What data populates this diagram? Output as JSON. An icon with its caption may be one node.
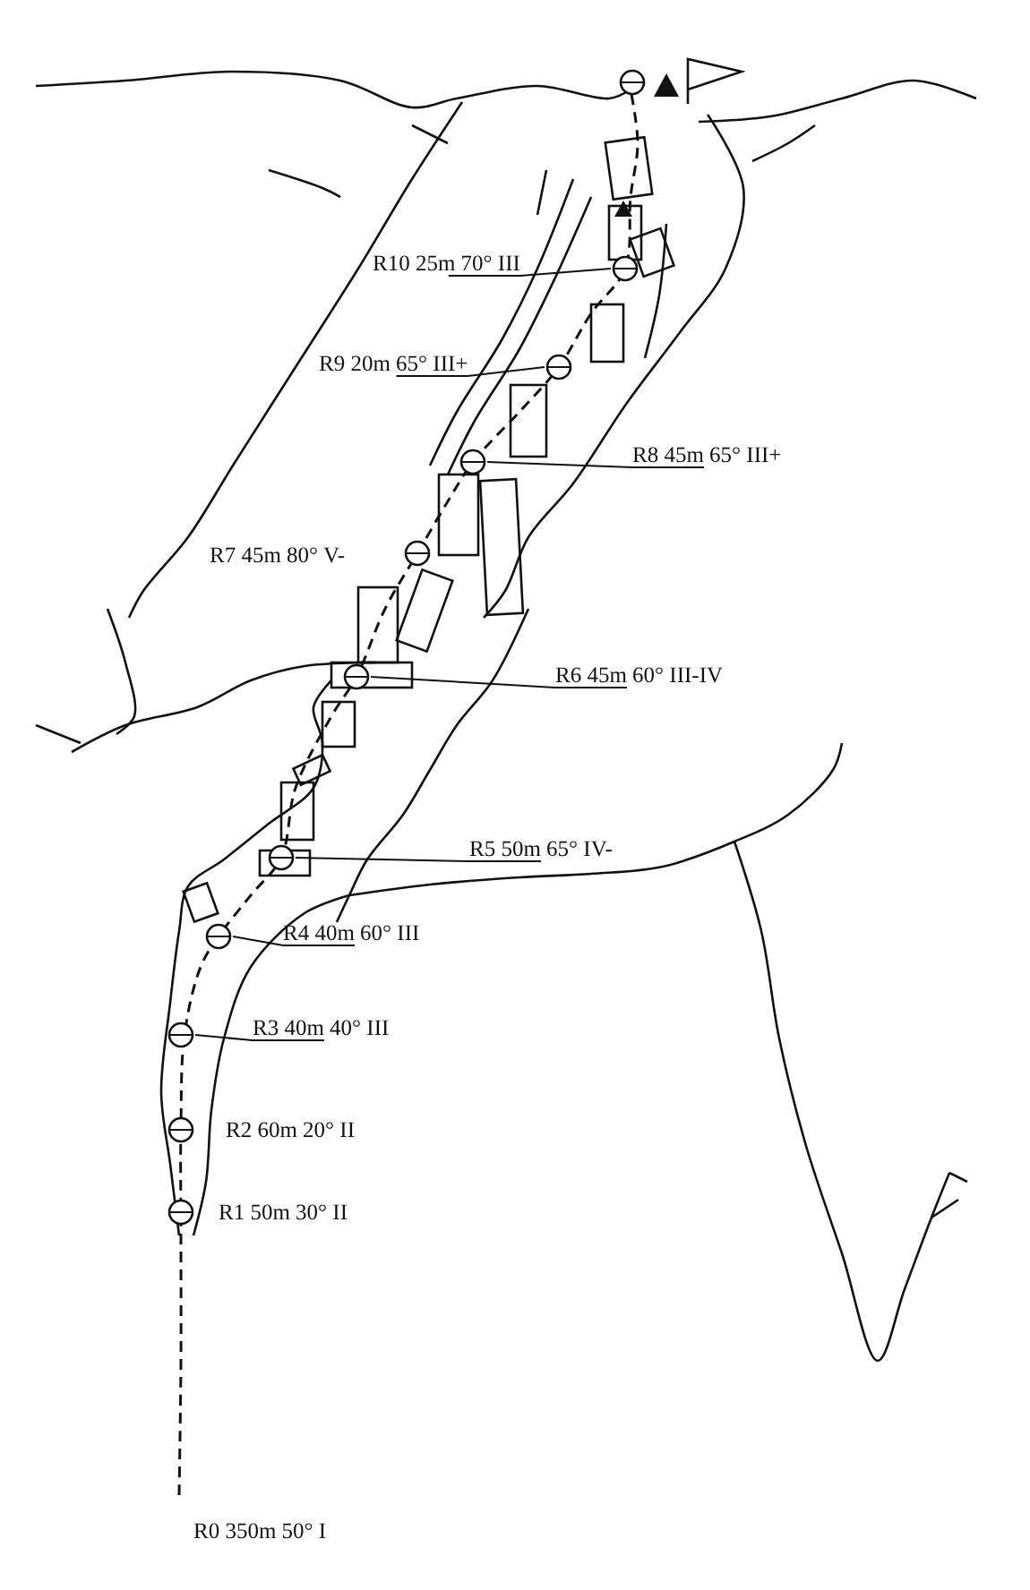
{
  "diagram": {
    "nodes": [
      {
        "text": [
          "R10 25m 70° III"
        ]
      },
      {
        "text": [],
        "shape": "circle"
      },
      {
        "text": [
          "R9 20m 65° III+"
        ]
      },
      {
        "text": [],
        "shape": "circle"
      },
      {
        "text": [
          "R8 45m 65° III+"
        ]
      },
      {
        "text": [],
        "shape": "circle"
      },
      {
        "text": [
          "R6 45m 60° III-IV"
        ]
      },
      {
        "text": [],
        "shape": "circle"
      },
      {
        "text": [
          "R5 50m 65° IV-"
        ]
      },
      {
        "text": [],
        "shape": "circle"
      },
      {
        "text": [
          "R4 40m 60° III"
        ]
      },
      {
        "text": [],
        "shape": "circle"
      },
      {
        "text": [
          "R3 40m 40° III"
        ]
      },
      {
        "text": [],
        "shape": "circle"
      }
    ],
    "edges": [
      {
        "from": 0,
        "to": 1,
        "arrow": "none"
      },
      {
        "from": 2,
        "to": 3,
        "arrow": "none"
      },
      {
        "from": 4,
        "to": 5,
        "arrow": "none"
      },
      {
        "from": 6,
        "to": 7,
        "arrow": "none"
      },
      {
        "from": 8,
        "to": 9,
        "arrow": "none"
      },
      {
        "from": 10,
        "to": 11,
        "arrow": "none"
      },
      {
        "from": 12,
        "to": 13,
        "arrow": "none"
      }
    ],
    "labels": [
      "R7 45m 80° V-",
      "R2 60m 20° II",
      "R1 50m 30° II",
      "R0 350m 50° I"
    ]
  }
}
